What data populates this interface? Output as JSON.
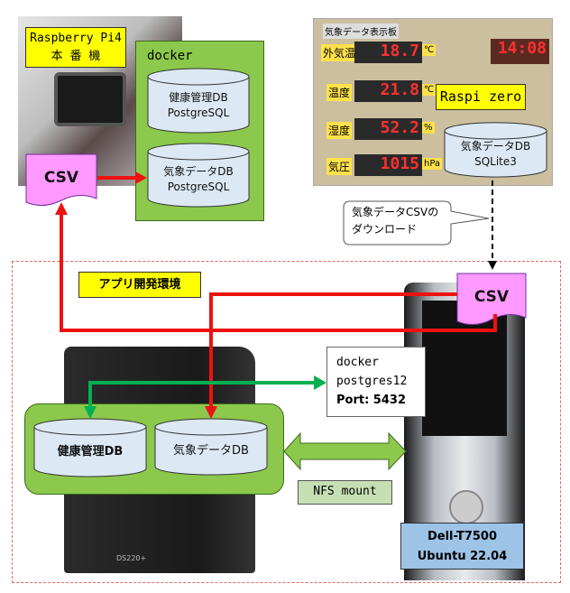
{
  "pi": {
    "label_line1": "Raspberry Pi4",
    "label_line2": "本 番 機",
    "docker_label": "docker",
    "db1": {
      "line1": "健康管理DB",
      "line2": "PostgreSQL"
    },
    "db2": {
      "line1": "気象データDB",
      "line2": "PostgreSQL"
    },
    "csv": "CSV"
  },
  "zero": {
    "label": "Raspi zero",
    "board_title": "気象データ表示板",
    "board_tags": [
      "外気温",
      "温度",
      "湿度",
      "気圧"
    ],
    "readings": [
      "18.7",
      "21.8",
      "52.2",
      "1015"
    ],
    "units": [
      "℃",
      "℃",
      "%",
      "hPa"
    ],
    "clock": "14:08",
    "db": {
      "line1": "気象データDB",
      "line2": "SQLite3"
    }
  },
  "callout": {
    "line1": "気象データCSVの",
    "line2": "ダウンロード"
  },
  "dev": {
    "label": "アプリ開発環境",
    "csv": "CSV",
    "db1": "健康管理DB",
    "db2": "気象データDB",
    "docker": {
      "line1": "docker",
      "line2": "postgres12",
      "line3": "Port: 5432"
    },
    "nfs": "NFS mount",
    "nas_model": "DS220+",
    "dell": {
      "line1": "Dell-T7500",
      "line2": "Ubuntu 22.04"
    }
  },
  "colors": {
    "red_arrow": "#ee1111",
    "green_arrow": "#00b050",
    "csv_fill": "#ff99ff",
    "db_fill": "#dce9f5",
    "green_box": "#8cc84b",
    "yellow": "#ffff00",
    "dell_label": "#9dc3e6",
    "nfs_label": "#c6e0b4"
  }
}
